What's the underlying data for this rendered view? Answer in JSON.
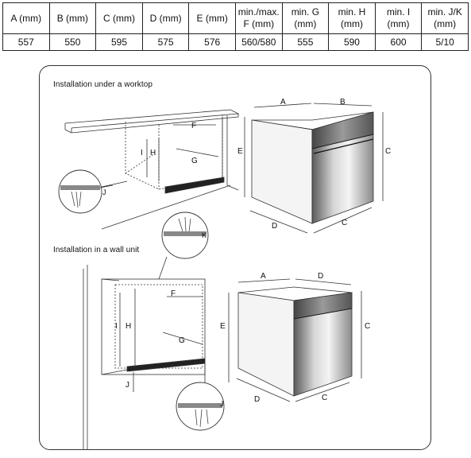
{
  "table": {
    "headers": [
      "A (mm)",
      "B (mm)",
      "C (mm)",
      "D (mm)",
      "E (mm)",
      "min./max.\nF (mm)",
      "min. G\n(mm)",
      "min. H\n(mm)",
      "min. I\n(mm)",
      "min. J/K\n(mm)"
    ],
    "values": [
      "557",
      "550",
      "595",
      "575",
      "576",
      "560/580",
      "555",
      "590",
      "600",
      "5/10"
    ]
  },
  "diagram": {
    "section_worktop": "Installation under a worktop",
    "section_wall": "Installation in a wall unit",
    "labels": {
      "A": "A",
      "B": "B",
      "C": "C",
      "D": "D",
      "E": "E",
      "F": "F",
      "G": "G",
      "H": "H",
      "I": "I",
      "J": "J",
      "K": "K"
    }
  }
}
